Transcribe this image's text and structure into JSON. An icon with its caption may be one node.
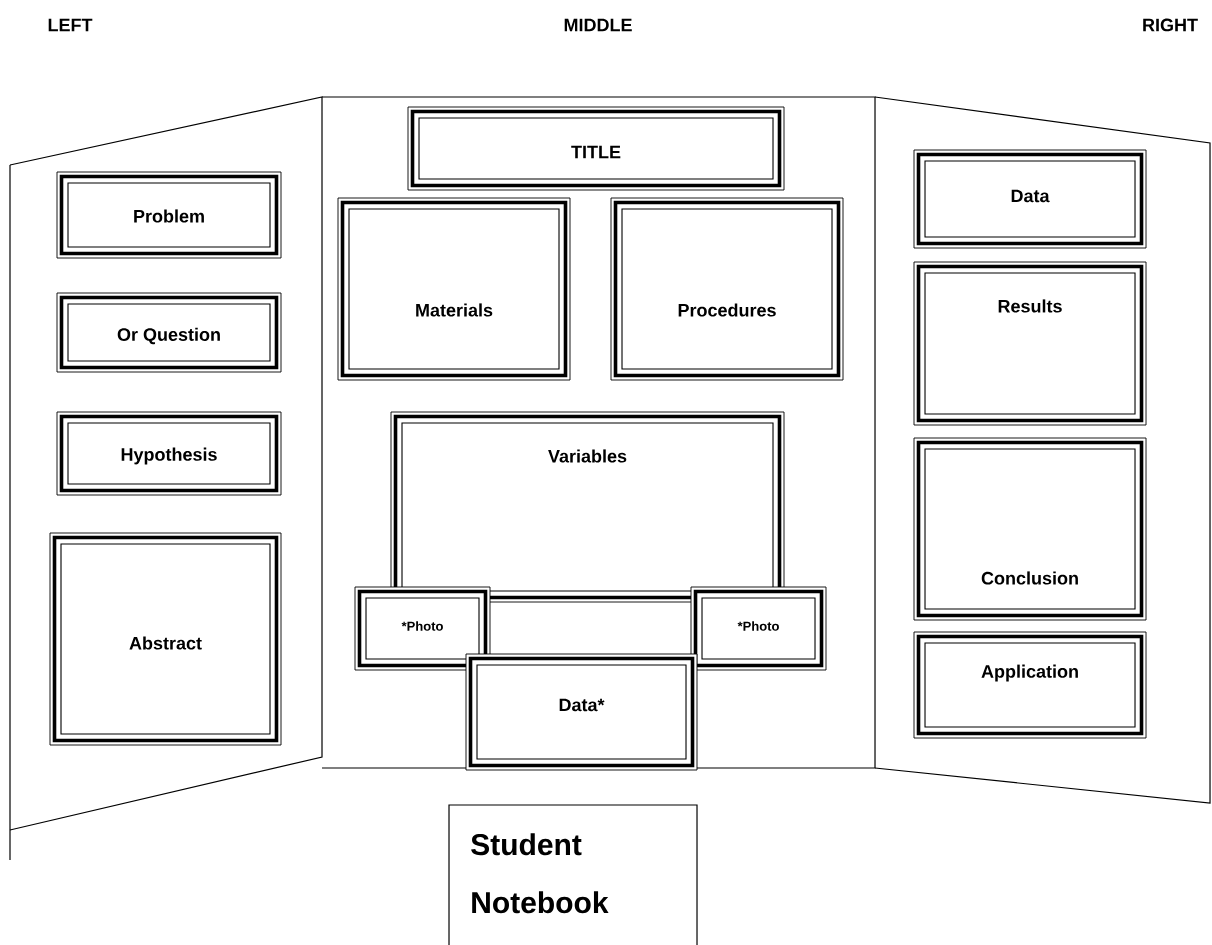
{
  "diagram": {
    "nodes": [
      {
        "text": [
          "LEFT"
        ]
      },
      {
        "text": [
          "Problem"
        ],
        "in": 0
      },
      {
        "text": [
          "Or Question"
        ],
        "in": 0
      },
      {
        "text": [
          "Hypothesis"
        ],
        "in": 0
      },
      {
        "text": [
          "Abstract"
        ],
        "in": 0
      },
      {
        "text": [
          "MIDDLE"
        ]
      },
      {
        "text": [
          "TITLE"
        ],
        "in": 5
      },
      {
        "text": [
          "Materials"
        ],
        "in": 5
      },
      {
        "text": [
          "Procedures"
        ],
        "in": 5
      },
      {
        "text": [
          "Variables"
        ],
        "in": 5
      },
      {
        "text": [
          "*Photo"
        ],
        "in": 5
      },
      {
        "text": [
          "*Photo"
        ],
        "in": 5
      },
      {
        "text": [
          "Data*"
        ],
        "in": 5
      },
      {
        "text": [
          "RIGHT"
        ]
      },
      {
        "text": [
          "Data"
        ],
        "in": 13
      },
      {
        "text": [
          "Results"
        ],
        "in": 13
      },
      {
        "text": [
          "Conclusion"
        ],
        "in": 13
      },
      {
        "text": [
          "Application"
        ],
        "in": 13
      },
      {
        "text": [
          "Student Notebook"
        ]
      }
    ]
  }
}
